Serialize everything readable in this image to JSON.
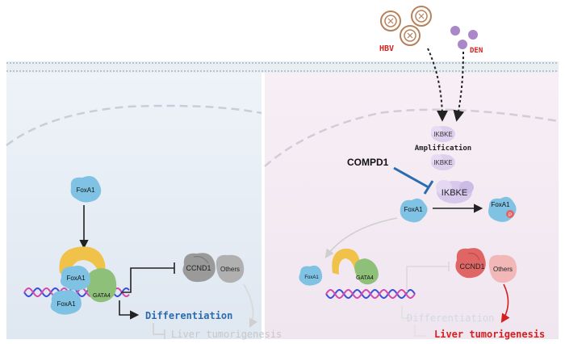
{
  "colors": {
    "left_bg": "#e8eef6",
    "right_bg": "#f5eaf2",
    "membrane": "#b9c7d6",
    "foxa1": "#7fc2e3",
    "gata4": "#8fc07a",
    "yellow_protein": "#f0c24a",
    "ikbke": "#d8c8ec",
    "ccnd1_gray": "#9a9a9a",
    "ccnd1_red": "#e06666",
    "others_pink": "#f2b8b8",
    "dna_blue": "#3d4fd6",
    "dna_pink": "#d44aa8",
    "diff_text": "#2b6cb0",
    "faded_text": "#c7c7c7",
    "tumor_red": "#d61f1f",
    "hbv_color": "#b8815a",
    "den_color": "#a987c9"
  },
  "inducers": {
    "hbv": "HBV",
    "den": "DEN"
  },
  "right_panel": {
    "ikbke_top": "IKBKE",
    "amplification": "Amplification",
    "ikbke_mid": "IKBKE",
    "compd1": "COMPD1",
    "ikbke_big": "IKBKE",
    "foxa1_left": "FoxA1",
    "foxa1_right": "FoxA1",
    "phospho": "P",
    "foxa1_small": "FoxA1",
    "gata4": "GATA4",
    "ccnd1": "CCND1",
    "others": "Others",
    "differentiation": "Differentiation",
    "liver_tumorigenesis": "Liver tumorigenesis"
  },
  "left_panel": {
    "foxa1_top": "FoxA1",
    "foxa1_complex": "FoxA1",
    "foxa1_bottom": "FoxA1",
    "gata4": "GATA4",
    "ccnd1": "CCND1",
    "others": "Others",
    "differentiation": "Differentiation",
    "liver_tumorigenesis": "Liver tumorigenesis"
  }
}
